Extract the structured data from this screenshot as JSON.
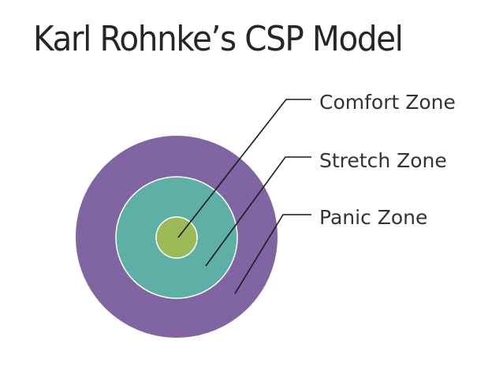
{
  "title": "Karl Rohnke’s CSP Model",
  "zones": [
    {
      "id": "comfort",
      "label": "Comfort Zone",
      "color": "#9cbb58"
    },
    {
      "id": "stretch",
      "label": "Stretch Zone",
      "color": "#5eafa6"
    },
    {
      "id": "panic",
      "label": "Panic Zone",
      "color": "#8165a2"
    }
  ],
  "colors": {
    "title_text": "#262626",
    "label_text": "#333333",
    "leader_line": "#1a1a1a",
    "ring_border": "#ffffff"
  }
}
